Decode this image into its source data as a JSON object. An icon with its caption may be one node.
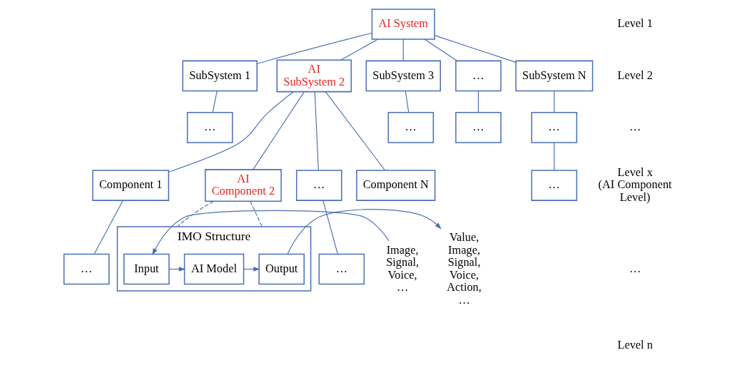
{
  "diagram": {
    "nodes": [
      {
        "text": [
          "AI System"
        ]
      },
      {
        "text": [
          "SubSystem 1"
        ]
      },
      {
        "text": [
          "AI SubSystem 2"
        ]
      },
      {
        "text": [
          "SubSystem 3"
        ]
      },
      {
        "text": [
          "…"
        ]
      },
      {
        "text": [
          "SubSystem N"
        ]
      },
      {
        "text": [
          "…"
        ]
      },
      {
        "text": [
          "…"
        ]
      },
      {
        "text": [
          "…"
        ]
      },
      {
        "text": [
          "…"
        ]
      },
      {
        "text": [
          "…"
        ]
      },
      {
        "text": [
          "Component 1"
        ]
      },
      {
        "text": [
          "AI Component 2"
        ]
      },
      {
        "text": [
          "…"
        ]
      },
      {
        "text": [
          "Component N"
        ]
      },
      {
        "text": [
          "…"
        ]
      },
      {
        "text": [
          "…"
        ]
      },
      {
        "text": [
          "IMO Structure"
        ]
      },
      {
        "text": [
          "Input"
        ],
        "in": 17
      },
      {
        "text": [
          "AI Model"
        ],
        "in": 17
      },
      {
        "text": [
          "Output"
        ],
        "in": 17
      },
      {
        "text": [
          "Image, Signal, Voice, …"
        ]
      },
      {
        "text": [
          "Value, Image, Signal, Voice, Action, …"
        ]
      }
    ],
    "edges": [
      {
        "from": 0,
        "to": 1,
        "arrow": "none"
      },
      {
        "from": 0,
        "to": 2,
        "arrow": "none"
      },
      {
        "from": 0,
        "to": 3,
        "arrow": "none"
      },
      {
        "from": 0,
        "to": 4,
        "arrow": "none"
      },
      {
        "from": 0,
        "to": 5,
        "arrow": "none"
      },
      {
        "from": 1,
        "to": 6,
        "arrow": "none"
      },
      {
        "from": 3,
        "to": 7,
        "arrow": "none"
      },
      {
        "from": 4,
        "to": 8,
        "arrow": "none"
      },
      {
        "from": 5,
        "to": 9,
        "arrow": "none"
      },
      {
        "from": 9,
        "to": 10,
        "arrow": "none"
      },
      {
        "from": 2,
        "to": 11,
        "arrow": "none"
      },
      {
        "from": 2,
        "to": 12,
        "arrow": "none"
      },
      {
        "from": 2,
        "to": 13,
        "arrow": "none"
      },
      {
        "from": 2,
        "to": 14,
        "arrow": "none"
      },
      {
        "from": 11,
        "to": 15,
        "arrow": "none"
      },
      {
        "from": 13,
        "to": 16,
        "arrow": "none"
      },
      {
        "from": 12,
        "to": 17,
        "arrow": "none",
        "style": "dashed"
      },
      {
        "from": 12,
        "to": 17,
        "arrow": "none",
        "style": "dashed"
      },
      {
        "from": 21,
        "to": 18,
        "arrow": "to"
      },
      {
        "from": 18,
        "to": 19,
        "arrow": "to"
      },
      {
        "from": 19,
        "to": 20,
        "arrow": "to"
      },
      {
        "from": 20,
        "to": 22,
        "arrow": "to"
      }
    ],
    "labels": [
      "Level 1",
      "Level 2",
      "…",
      "Level x (AI Component Level)",
      "…",
      "Level n"
    ]
  }
}
